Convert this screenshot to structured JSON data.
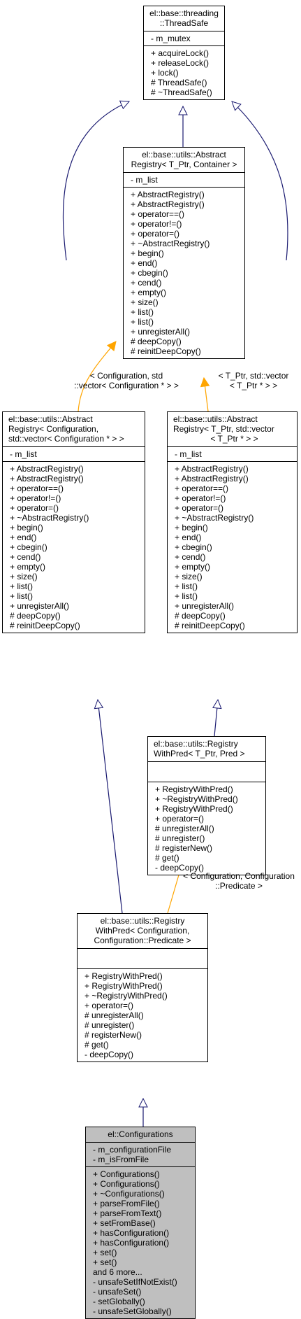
{
  "classes": {
    "thread_safe": {
      "title": [
        "el::base::threading",
        "::ThreadSafe"
      ],
      "attributes": [
        "- m_mutex"
      ],
      "methods": [
        "+ acquireLock()",
        "+ releaseLock()",
        "+ lock()",
        "# ThreadSafe()",
        "# ~ThreadSafe()"
      ]
    },
    "abstract_registry_generic": {
      "title": [
        "el::base::utils::Abstract",
        "Registry< T_Ptr, Container >"
      ],
      "attributes": [
        "- m_list"
      ],
      "methods": [
        "+ AbstractRegistry()",
        "+ AbstractRegistry()",
        "+ operator==()",
        "+ operator!=()",
        "+ operator=()",
        "+ ~AbstractRegistry()",
        "+ begin()",
        "+ end()",
        "+ cbegin()",
        "+ cend()",
        "+ empty()",
        "+ size()",
        "+ list()",
        "+ list()",
        "+ unregisterAll()",
        "# deepCopy()",
        "# reinitDeepCopy()"
      ]
    },
    "abstract_registry_config": {
      "title": [
        "el::base::utils::Abstract",
        "Registry< Configuration,",
        "std::vector< Configuration * > >"
      ],
      "attributes": [
        "- m_list"
      ],
      "methods": [
        "+ AbstractRegistry()",
        "+ AbstractRegistry()",
        "+ operator==()",
        "+ operator!=()",
        "+ operator=()",
        "+ ~AbstractRegistry()",
        "+ begin()",
        "+ end()",
        "+ cbegin()",
        "+ cend()",
        "+ empty()",
        "+ size()",
        "+ list()",
        "+ list()",
        "+ unregisterAll()",
        "# deepCopy()",
        "# reinitDeepCopy()"
      ]
    },
    "abstract_registry_tptr": {
      "title": [
        "el::base::utils::Abstract",
        "Registry< T_Ptr, std::vector",
        "< T_Ptr * > >"
      ],
      "attributes": [
        "- m_list"
      ],
      "methods": [
        "+ AbstractRegistry()",
        "+ AbstractRegistry()",
        "+ operator==()",
        "+ operator!=()",
        "+ operator=()",
        "+ ~AbstractRegistry()",
        "+ begin()",
        "+ end()",
        "+ cbegin()",
        "+ cend()",
        "+ empty()",
        "+ size()",
        "+ list()",
        "+ list()",
        "+ unregisterAll()",
        "# deepCopy()",
        "# reinitDeepCopy()"
      ]
    },
    "registry_with_pred_generic": {
      "title": [
        "el::base::utils::Registry",
        "WithPred< T_Ptr, Pred >"
      ],
      "attributes": [],
      "methods": [
        "+ RegistryWithPred()",
        "+ ~RegistryWithPred()",
        "+ RegistryWithPred()",
        "+ operator=()",
        "# unregisterAll()",
        "# unregister()",
        "# registerNew()",
        "# get()",
        "- deepCopy()"
      ]
    },
    "registry_with_pred_config": {
      "title": [
        "el::base::utils::Registry",
        "WithPred< Configuration,",
        "Configuration::Predicate >"
      ],
      "attributes": [],
      "methods": [
        "+ RegistryWithPred()",
        "+ RegistryWithPred()",
        "+ ~RegistryWithPred()",
        "+ operator=()",
        "# unregisterAll()",
        "# unregister()",
        "# registerNew()",
        "# get()",
        "- deepCopy()"
      ]
    },
    "configurations": {
      "title": [
        "el::Configurations"
      ],
      "attributes": [
        "- m_configurationFile",
        "- m_isFromFile"
      ],
      "methods": [
        "+ Configurations()",
        "+ Configurations()",
        "+ ~Configurations()",
        "+ parseFromFile()",
        "+ parseFromText()",
        "+ setFromBase()",
        "+ hasConfiguration()",
        "+ hasConfiguration()",
        "+ set()",
        "+ set()",
        "and 6 more...",
        "- unsafeSetIfNotExist()",
        "- unsafeSet()",
        "- setGlobally()",
        "- unsafeSetGlobally()"
      ]
    }
  },
  "labels": {
    "config_vector": [
      "< Configuration, std",
      "::vector< Configuration * > >"
    ],
    "tptr_vector": [
      "< T_Ptr, std::vector",
      "< T_Ptr * > >"
    ],
    "config_predicate": [
      "< Configuration, Configuration",
      "::Predicate >"
    ]
  },
  "colors": {
    "inheritance": "#191970",
    "template": "#ffa500",
    "highlight": "#bfbfbf"
  }
}
